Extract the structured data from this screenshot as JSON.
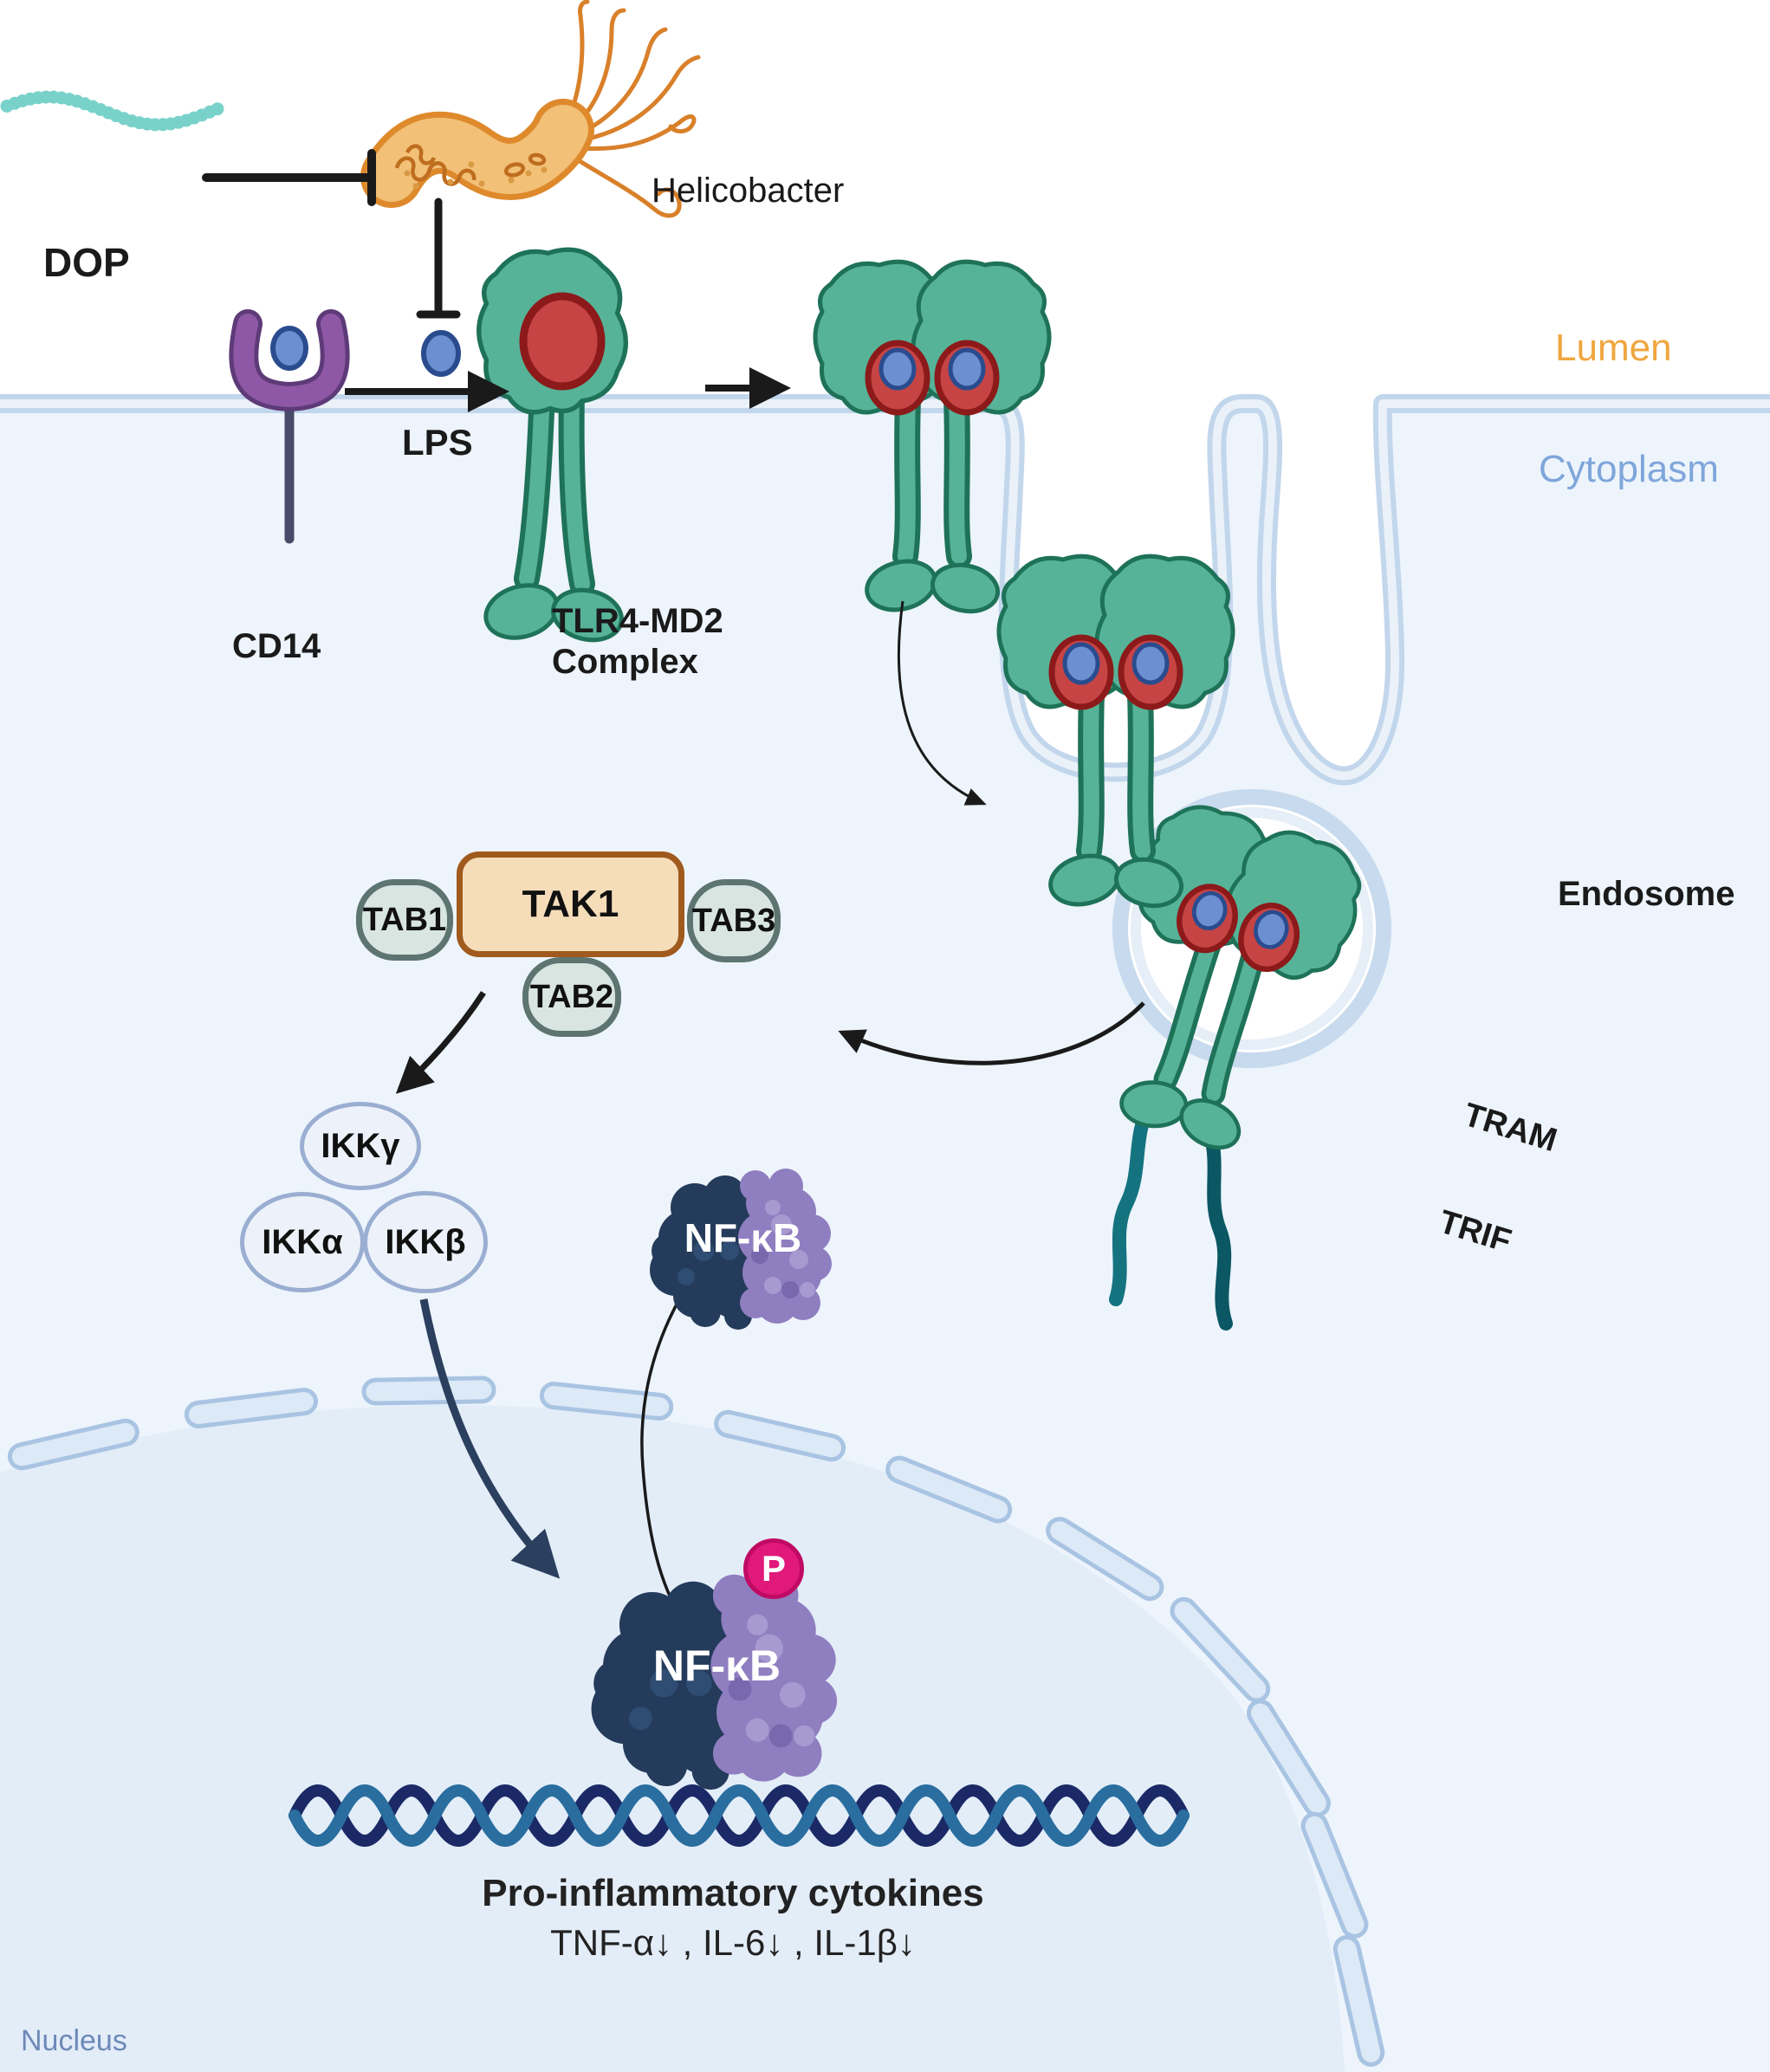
{
  "figure": {
    "labels": {
      "dop": "DOP",
      "helicobacter": "Helicobacter",
      "lps": "LPS",
      "cd14": "CD14",
      "tlr4_line1": "TLR4-MD2",
      "tlr4_line2": "Complex",
      "lumen": "Lumen",
      "cytoplasm": "Cytoplasm",
      "endosome": "Endosome",
      "tram": "TRAM",
      "trif": "TRIF",
      "tak1": "TAK1",
      "tab1": "TAB1",
      "tab2": "TAB2",
      "tab3": "TAB3",
      "ikk_gamma": "IKKγ",
      "ikk_alpha": "IKKα",
      "ikk_beta": "IKKβ",
      "nfkb_cytoplasm": "NF-κB",
      "nfkb_nucleus": "NF-κB",
      "phospho": "P",
      "cytokines_title": "Pro-inflammatory cytokines",
      "cytokines_list": "TNF-α↓ , IL-6↓ , IL-1β↓",
      "nucleus": "Nucleus"
    },
    "colors": {
      "lumen_text": "#F0A63E",
      "cytoplasm_text": "#7FA6DB",
      "nucleus_text": "#6E89B8",
      "cytoplasm_bg": "#EDF4FB",
      "nucleus_bg": "#E3EDF8",
      "membrane": "#C2D6EC",
      "receptor_teal": "#56B398",
      "receptor_outline": "#1E7258",
      "md2_red": "#C64444",
      "lps_blue": "#6B8FD0",
      "bacterium_orange": "#F2C077",
      "dop_teal": "#79D2CA",
      "cd14_purple": "#8E58A6",
      "tak1_fill": "#F5DDB9",
      "tak1_border": "#A05A1E",
      "tab_fill": "#D9E5E0",
      "tab_border": "#5D7470",
      "ikk_fill": "#EDF2FA",
      "ikk_border": "#9AAED2",
      "nfkb_navy": "#243B5B",
      "nfkb_purple": "#8F7EC0",
      "phospho_pink": "#E0197A",
      "dna_navy": "#1B2A66",
      "dna_blue": "#2A6E9F",
      "tram_trif_teal": "#157380"
    }
  }
}
